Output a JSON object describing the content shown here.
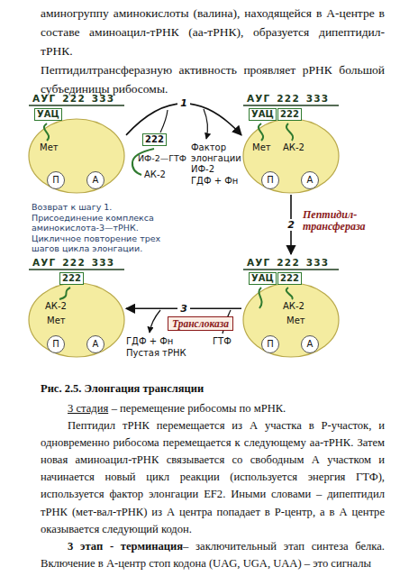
{
  "diagram": {
    "caption": "Рис. 2.5. Элонгация трансляции",
    "nodes": [
      {
        "text": [
          "АУГ 222 333",
          "УАЦ",
          "Мет"
        ]
      },
      {
        "text": [
          "П"
        ],
        "in": 0
      },
      {
        "text": [
          "А"
        ],
        "in": 0
      },
      {
        "text": [
          "АУГ 222 333",
          "УАЦ",
          "222",
          "Мет",
          "АК-2"
        ]
      },
      {
        "text": [
          "П"
        ],
        "in": 3
      },
      {
        "text": [
          "А"
        ],
        "in": 3
      },
      {
        "text": [
          "АУГ 222 333",
          "222",
          "АК-2",
          "Мет"
        ]
      },
      {
        "text": [
          "П"
        ],
        "in": 6
      },
      {
        "text": [
          "А"
        ],
        "in": 6
      },
      {
        "text": [
          "АУГ 222 333",
          "УАЦ",
          "222",
          "АК-2",
          "Мет"
        ]
      },
      {
        "text": [
          "П"
        ],
        "in": 9
      },
      {
        "text": [
          "А"
        ],
        "in": 9
      }
    ],
    "edges": [
      {
        "from": 0,
        "to": 3,
        "arrow": "to",
        "label": "1"
      },
      {
        "from": 3,
        "to": 9,
        "arrow": "to",
        "label": "2"
      },
      {
        "from": 9,
        "to": 6,
        "arrow": "to",
        "label": "3"
      }
    ],
    "labels": [
      "аминогруппу аминокислоты (валина), находящейся в А-центре в составе аминоацил-тРНК (аа-тРНК), образуется дипептидил-тРНК.",
      "Пептидилтрансферазную активность проявляет рРНК большой субъединицы рибосомы.",
      "222",
      "ИФ-2—ГТФ",
      "АК-2",
      "Фактор элонгации ИФ-2",
      "ГДФ + Фн",
      "Пептидил-трансфераза",
      "Возврат к шагу 1. Присоединение комплекса аминокислота-3—тРНК. Цикличное повторение трех шагов цикла элонгации.",
      "Транслоказа",
      "ГДФ + Фн",
      "Пустая тРНК",
      "ГТФ",
      "3 стадия",
      "– перемещение рибосомы по мРНК.",
      "Пептидил тРНК перемещается из А участка в Р-участок, и одновременно рибосома перемещается к следующему аа-тРНК. Затем новая аминоацил-тРНК связывается со свободным А участком и начинается новый цикл реакции (используется энергия ГТФ), используется фактор элонгации EF2. Иными словами – дипептидил тРНК (мет-вал-тРНК) из А центра попадает в Р-центр, а в А центре оказывается следующий кодон.",
      "3 этап - терминация",
      "– заключительный этап синтеза белка. Включение в А-центр стоп кодона (UAG, UGA, UAA) – это сигналы"
    ]
  }
}
